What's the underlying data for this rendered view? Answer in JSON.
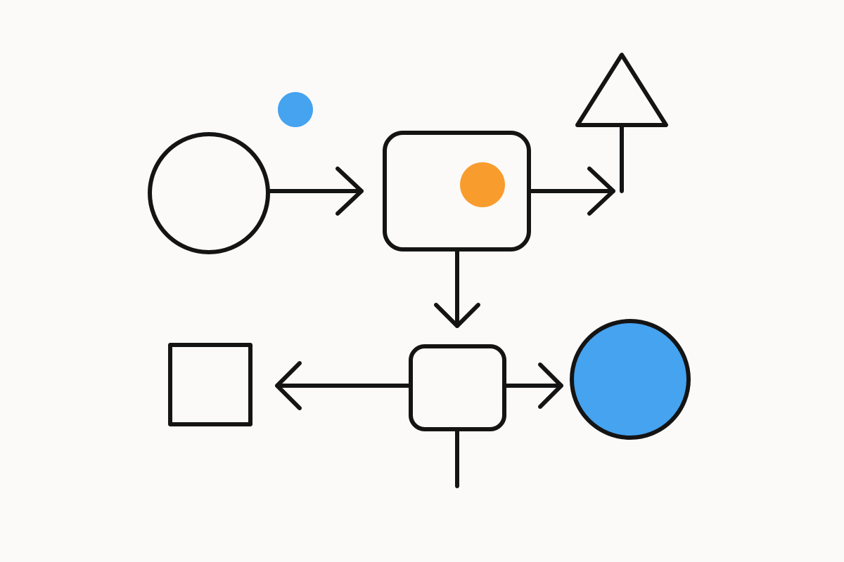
{
  "diagram": {
    "colors": {
      "background": "#fbfaf8",
      "stroke": "#141414",
      "blue": "#45a3f0",
      "orange": "#f99c2e"
    },
    "nodes": [
      {
        "id": "start-circle",
        "shape": "circle",
        "filled": false
      },
      {
        "id": "process-box",
        "shape": "rounded-rectangle",
        "filled": false,
        "marker": "orange-dot"
      },
      {
        "id": "top-triangle",
        "shape": "triangle",
        "filled": false
      },
      {
        "id": "decision-box",
        "shape": "rounded-square",
        "filled": false
      },
      {
        "id": "left-square",
        "shape": "square",
        "filled": false
      },
      {
        "id": "end-circle",
        "shape": "circle",
        "filled": true,
        "fill_color": "blue"
      }
    ],
    "markers": [
      {
        "id": "orange-dot",
        "color": "orange"
      },
      {
        "id": "floating-blue-dot",
        "color": "blue"
      }
    ],
    "edges": [
      {
        "from": "start-circle",
        "to": "process-box",
        "arrow": true
      },
      {
        "from": "process-box",
        "to": "top-triangle",
        "arrow": true
      },
      {
        "from": "process-box",
        "to": "decision-box",
        "arrow": true
      },
      {
        "from": "decision-box",
        "to": "left-square",
        "arrow": true
      },
      {
        "from": "decision-box",
        "to": "end-circle",
        "arrow": true
      },
      {
        "from": "decision-box",
        "to": "below",
        "arrow": false
      }
    ]
  }
}
